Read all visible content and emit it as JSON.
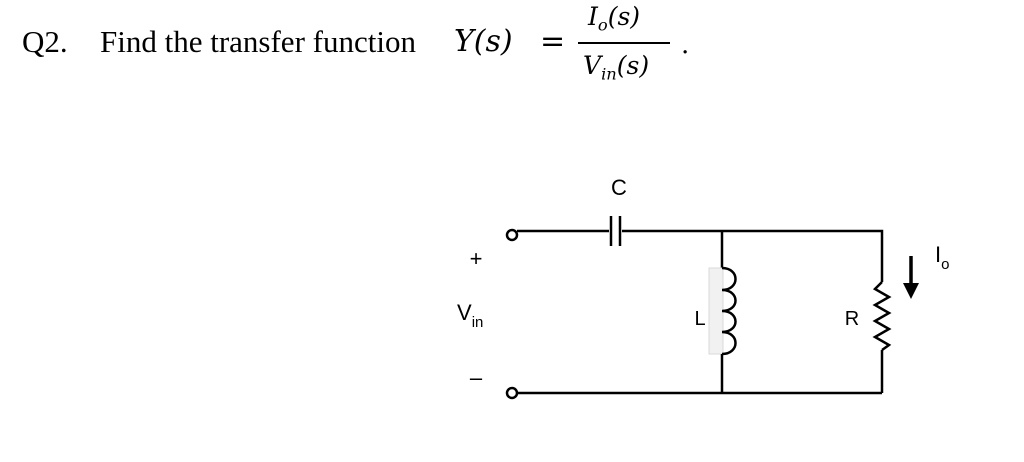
{
  "question": {
    "label": "Q2.",
    "text": "Find the transfer function",
    "y_fn": "Y(s)",
    "equals": "=",
    "numerator_main": "I",
    "numerator_sub": "o",
    "numerator_arg": "(s)",
    "denominator_main": "V",
    "denominator_sub": "in",
    "denominator_arg": "(s)",
    "period": "."
  },
  "circuit": {
    "capacitor_label": "C",
    "inductor_label": "L",
    "resistor_label": "R",
    "plus_sign": "+",
    "minus_sign": "–",
    "vin_main": "V",
    "vin_sub": "in",
    "io_main": "I",
    "io_sub": "o"
  }
}
